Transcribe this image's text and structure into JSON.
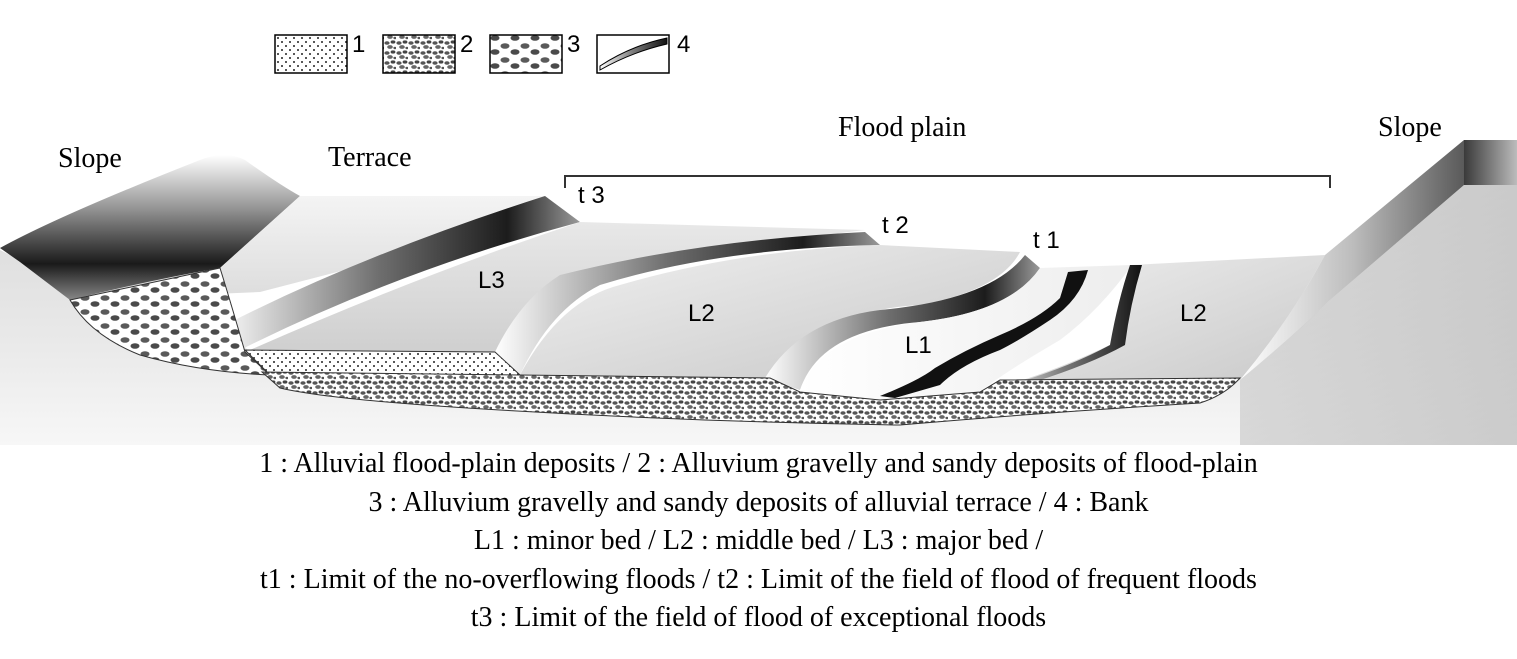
{
  "legend": [
    {
      "number": "1",
      "pattern": "fine-dots"
    },
    {
      "number": "2",
      "pattern": "dense-gravel"
    },
    {
      "number": "3",
      "pattern": "coarse-gravel"
    },
    {
      "number": "4",
      "pattern": "bank-gradient"
    }
  ],
  "labels": {
    "slope_left": "Slope",
    "terrace": "Terrace",
    "flood_plain": "Flood plain",
    "slope_right": "Slope",
    "t3": "t 3",
    "t2": "t 2",
    "t1": "t 1",
    "L3": "L3",
    "L2_left": "L2",
    "L1": "L1",
    "L2_right": "L2"
  },
  "caption": [
    "1 : Alluvial flood-plain deposits / 2 : Alluvium gravelly and sandy deposits of flood-plain",
    "3 : Alluvium gravelly and sandy deposits of alluvial terrace / 4 : Bank",
    "L1 : minor bed / L2 : middle bed / L3 : major bed /",
    "t1 : Limit of the no-overflowing floods / t2 : Limit of the field of flood of frequent floods",
    "t3 : Limit of the field of flood of exceptional floods"
  ],
  "colors": {
    "ink": "#000000",
    "bank_dark": "#111111",
    "ground_light": "#f2f2f2",
    "ground_mid": "#cfcfcf"
  }
}
